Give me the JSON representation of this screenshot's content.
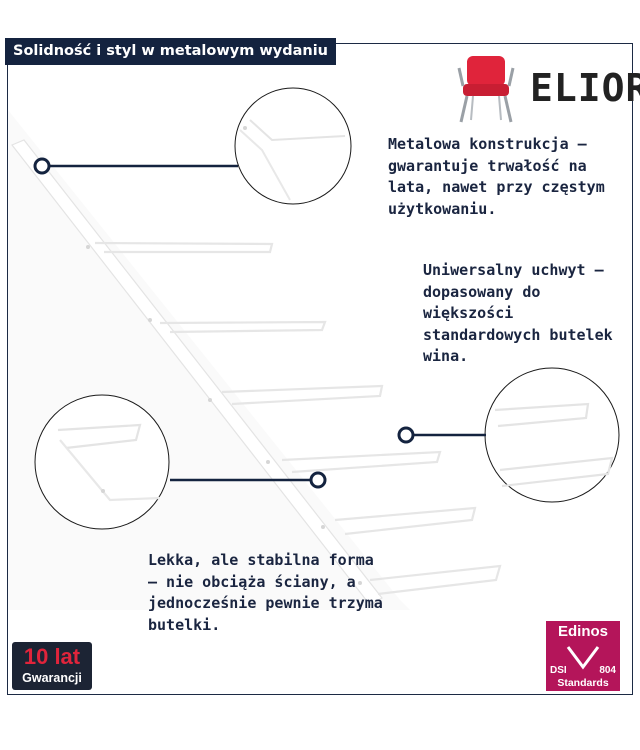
{
  "header": {
    "title": "Solidność i styl w metalowym wydaniu"
  },
  "brand": {
    "logo_text": "ELIOR",
    "logo_icon": "red-chair-icon",
    "accent": "#e0243b",
    "navy": "#14233f"
  },
  "callouts": [
    {
      "text": "Metalowa konstrukcja – gwarantuje trwałość na lata, nawet przy częstym użytkowaniu."
    },
    {
      "text": "Uniwersalny uchwyt – dopasowany do większości standardowych butelek wina."
    },
    {
      "text": "Lekka, ale stabilna forma – nie obciąża ściany, a jednocześnie pewnie trzyma butelki."
    }
  ],
  "warranty_badge": {
    "line1": "10 lat",
    "line2": "Gwarancji"
  },
  "certificate_badge": {
    "name": "Edinos",
    "left": "DSI",
    "right": "804",
    "bottom": "Standards",
    "color": "#b4155a"
  }
}
